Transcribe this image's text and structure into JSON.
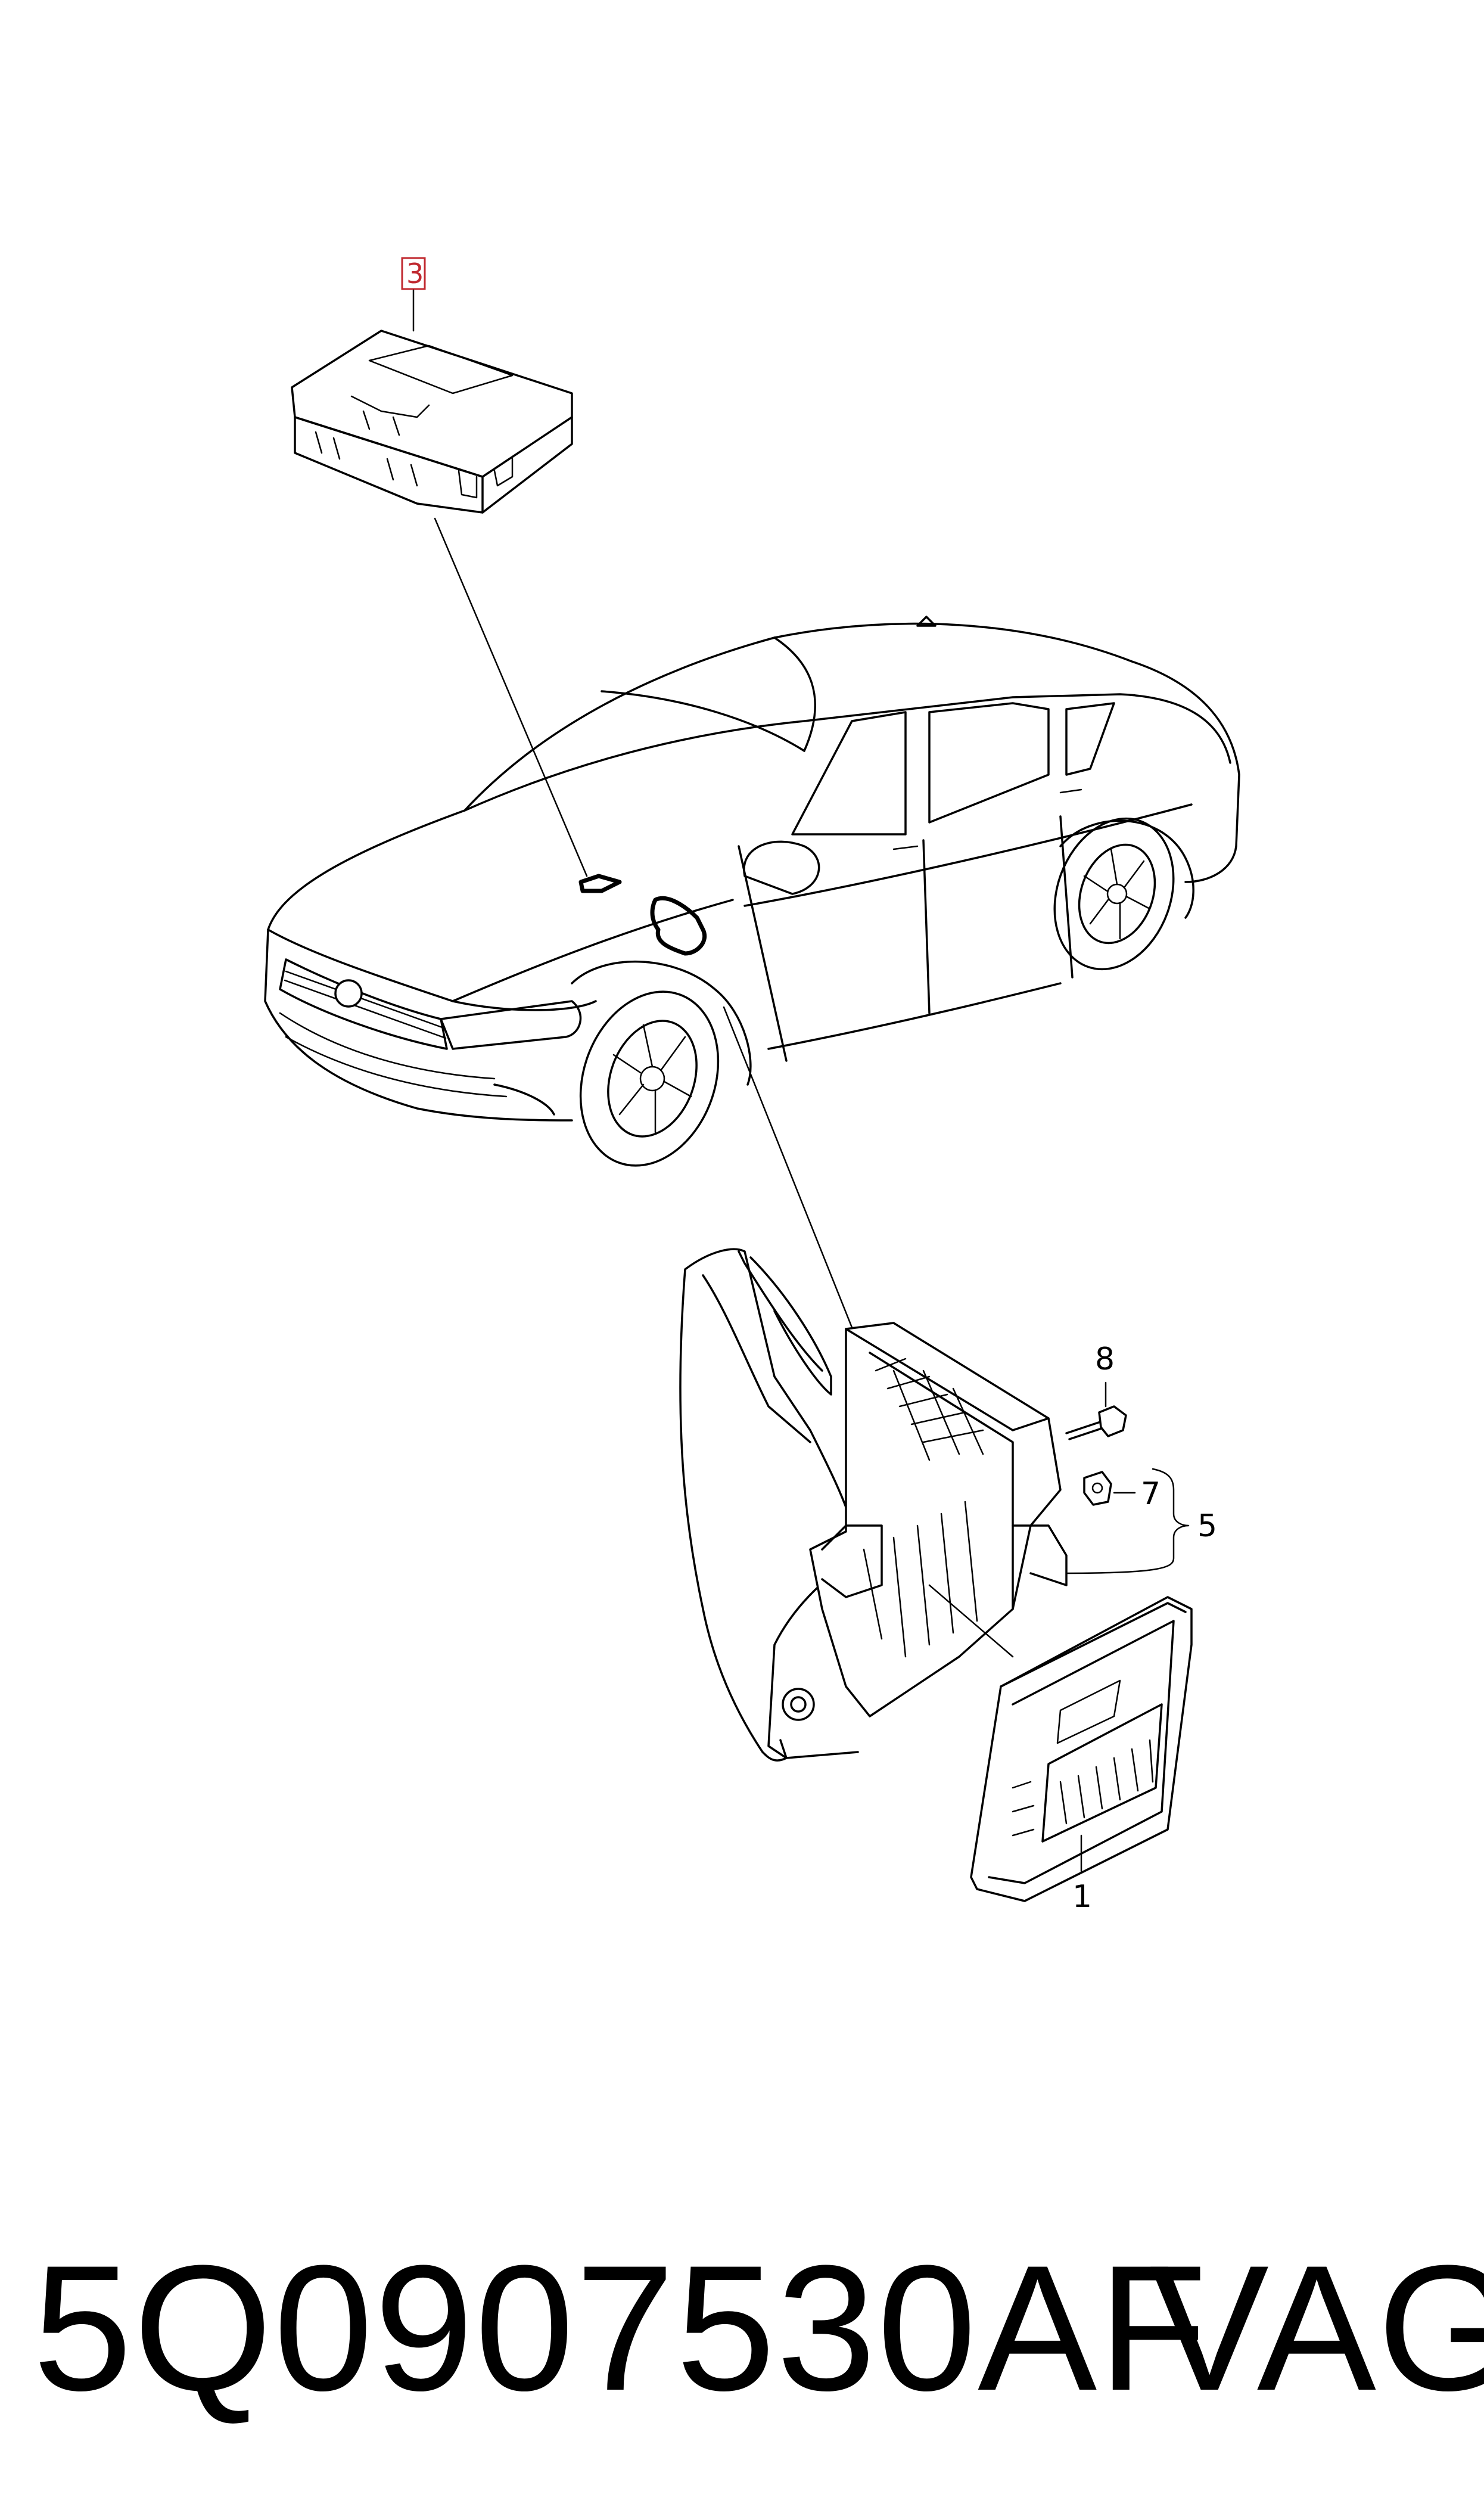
{
  "callouts": {
    "item_3": "3",
    "item_8": "8",
    "item_7": "7",
    "item_5": "5",
    "item_1": "1"
  },
  "footer": {
    "part_number": "5Q0907530AF",
    "brand": "VAG"
  },
  "colors": {
    "line": "#000000",
    "callout_box": "#c0282f",
    "background": "#ffffff"
  }
}
